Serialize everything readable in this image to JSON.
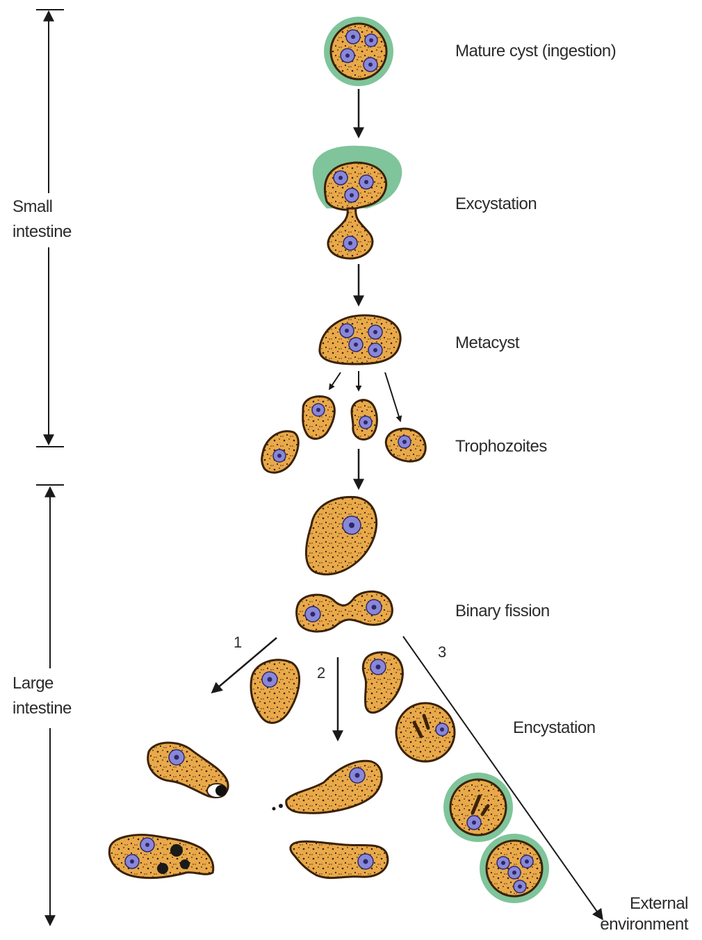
{
  "regions": {
    "small_intestine": "Small\nintestine",
    "large_intestine": "Large\nintestine"
  },
  "stages": {
    "mature_cyst": "Mature cyst (ingestion)",
    "excystation": "Excystation",
    "metacyst": "Metacyst",
    "trophozoites": "Trophozoites",
    "binary_fission": "Binary fission",
    "encystation": "Encystation",
    "external_environment": "External\nenvironment"
  },
  "paths": {
    "p1": "1",
    "p2": "2",
    "p3": "3"
  },
  "colors": {
    "cytoplasm": "#e9a94a",
    "cytoplasm_edge": "#3a2208",
    "nucleus": "#8a86d8",
    "cyst_wall": "#7fc49a",
    "arrow": "#1a1a1a",
    "text": "#2b2b2b"
  }
}
